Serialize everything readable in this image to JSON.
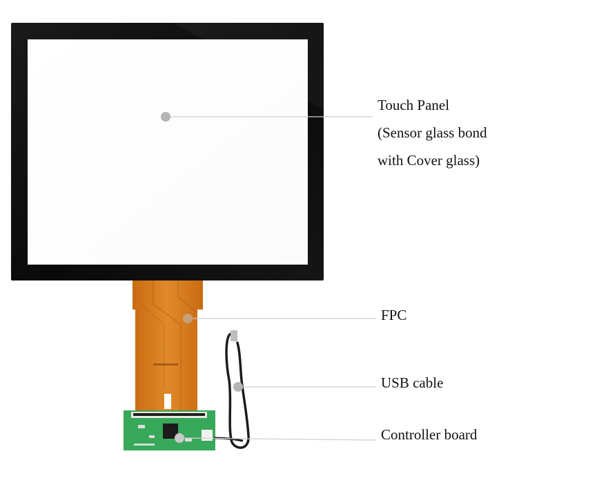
{
  "labels": {
    "touch_panel": [
      "Touch Panel",
      "(Sensor glass bond",
      "with Cover glass)"
    ],
    "fpc": "FPC",
    "usb_cable": "USB cable",
    "controller_board": "Controller board"
  },
  "colors": {
    "background": "#ffffff",
    "bezel": "#0e0e0e",
    "glass": "#ffffff",
    "fpc": "#d9781c",
    "fpc_dark": "#b85e10",
    "pcb": "#35a356",
    "cable": "#1c1c1c",
    "leader_line": "#cfcfcf",
    "marker": "#b5b5b5"
  },
  "components": [
    {
      "name": "touch-panel",
      "label": "Touch Panel (Sensor glass bond with Cover glass)"
    },
    {
      "name": "fpc",
      "label": "FPC"
    },
    {
      "name": "usb-cable",
      "label": "USB cable"
    },
    {
      "name": "controller-board",
      "label": "Controller board"
    }
  ]
}
